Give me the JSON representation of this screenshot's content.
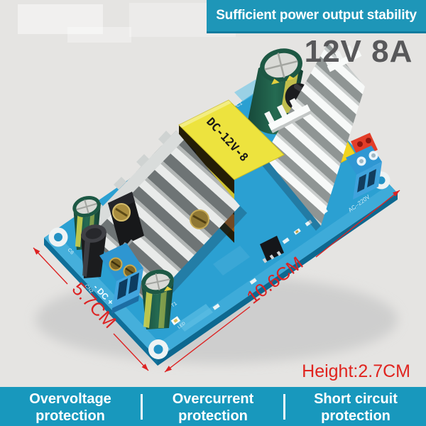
{
  "banner": {
    "text": "Sufficient power output stability"
  },
  "rating": {
    "text": "12V 8A"
  },
  "board": {
    "transformer_label": "DC-12V-8",
    "silkscreen": {
      "output_connector": "CN2",
      "output_polarity": "- DC +",
      "input_label": "AC--220V",
      "t1": "T1",
      "led": "LED",
      "c1": "C1",
      "c3": "C3",
      "c6": "C6"
    }
  },
  "dimensions": {
    "depth": "5.7CM",
    "width": "10.6CM",
    "height": "Height:2.7CM"
  },
  "features": [
    {
      "line1": "Overvoltage",
      "line2": "protection"
    },
    {
      "line1": "Overcurrent",
      "line2": "protection"
    },
    {
      "line1": "Short circuit",
      "line2": "protection"
    }
  ],
  "colors": {
    "banner_bg": "#1e96b8",
    "feature_bar_bg": "#1898bd",
    "accent_red": "#dd2222",
    "rating_gray": "#58585a",
    "pcb_blue": "#2ba0d2"
  }
}
